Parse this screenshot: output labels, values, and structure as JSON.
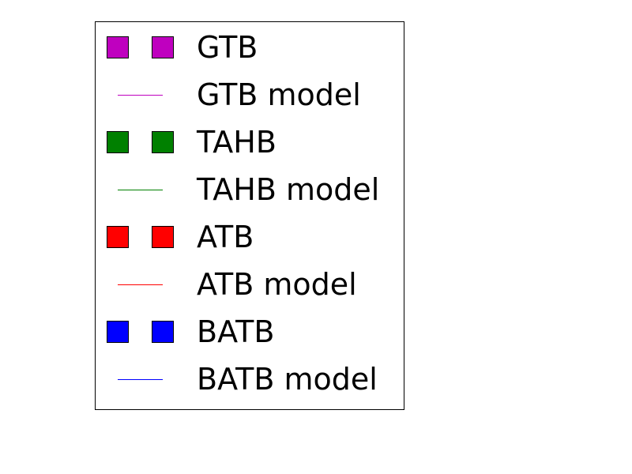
{
  "chart_data": {
    "type": "line",
    "title": "",
    "legend_only": true,
    "legend_placement": "center-left",
    "legend": [
      {
        "label": "GTB",
        "marker": "square",
        "color": "#bf00bf"
      },
      {
        "label": "GTB model",
        "marker": "line",
        "color": "#bf00bf"
      },
      {
        "label": "TAHB",
        "marker": "square",
        "color": "#008000"
      },
      {
        "label": "TAHB model",
        "marker": "line",
        "color": "#008000"
      },
      {
        "label": "ATB",
        "marker": "square",
        "color": "#ff0000"
      },
      {
        "label": "ATB model",
        "marker": "line",
        "color": "#ff0000"
      },
      {
        "label": "BATB",
        "marker": "square",
        "color": "#0000ff"
      },
      {
        "label": "BATB model",
        "marker": "line",
        "color": "#0000ff"
      }
    ]
  }
}
